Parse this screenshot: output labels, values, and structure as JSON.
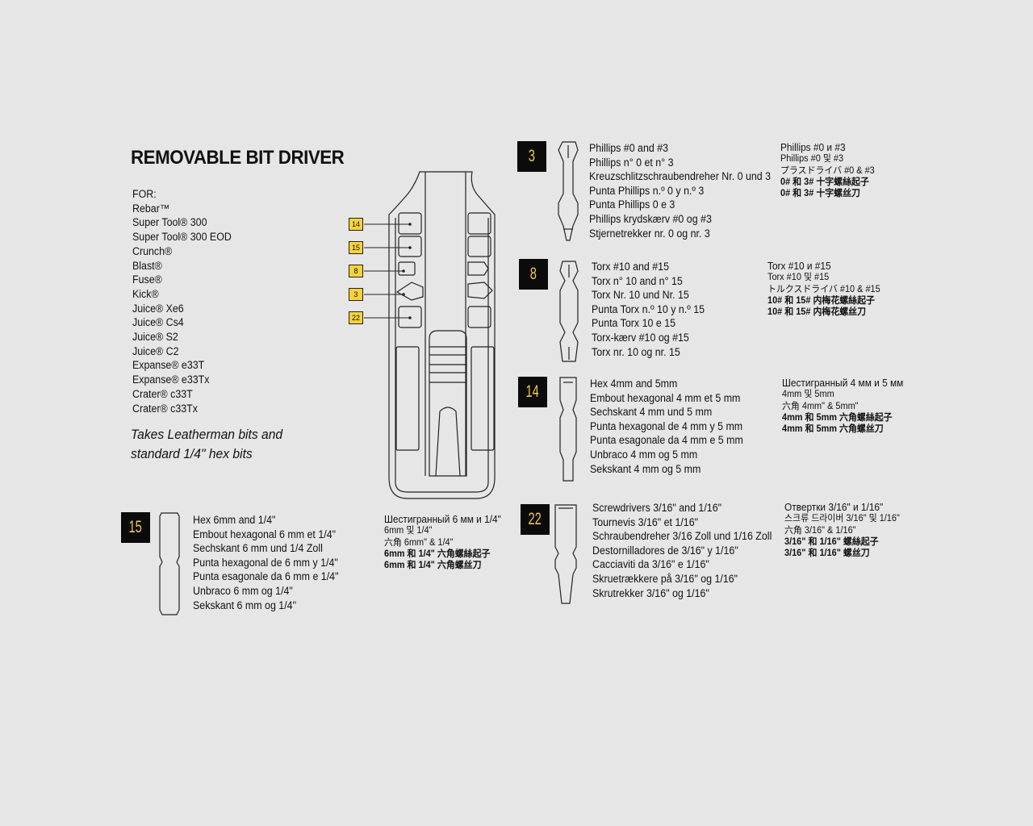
{
  "title": "REMOVABLE BIT DRIVER",
  "for_list": [
    "FOR:",
    "Rebar™",
    "Super Tool® 300",
    "Super Tool® 300 EOD",
    "Crunch®",
    "Blast®",
    "Fuse®",
    "Kick®",
    "Juice® Xe6",
    "Juice® Cs4",
    "Juice® S2",
    "Juice® C2",
    "Expanse® e33T",
    "Expanse® e33Tx",
    "Crater® c33T",
    "Crater® c33Tx"
  ],
  "tagline": [
    "Takes Leatherman bits and",
    "standard 1/4\" hex bits"
  ],
  "driver_labels": [
    "14",
    "15",
    "8",
    "3",
    "22"
  ],
  "bits": {
    "b3": {
      "badge": "3",
      "desc": [
        "Phillips #0 and #3",
        "Phillips n° 0 et n° 3",
        "Kreuzschlitzschraubendreher Nr. 0 und 3",
        "Punta Phillips n.º 0 y n.º 3",
        "Punta Phillips 0 e 3",
        "Phillips krydskærv #0 og #3",
        "Stjernetrekker nr. 0 og nr. 3"
      ],
      "trans": [
        "Phillips #0 и #3",
        "Phillips #0 및 #3",
        "プラスドライバ #0 & #3",
        "0# 和 3# 十字螺絲起子",
        "0# 和 3# 十字螺丝刀"
      ]
    },
    "b8": {
      "badge": "8",
      "desc": [
        "Torx #10 and #15",
        "Torx n° 10 and n° 15",
        "Torx Nr. 10 und Nr. 15",
        "Punta Torx n.º 10 y n.º 15",
        "Punta Torx 10 e 15",
        "Torx-kærv #10 og #15",
        "Torx nr. 10 og nr. 15"
      ],
      "trans": [
        "Torx #10 и #15",
        "Torx #10 및 #15",
        "トルクスドライバ #10 & #15",
        "10# 和 15# 内梅花螺絲起子",
        "10# 和 15# 内梅花螺丝刀"
      ]
    },
    "b14": {
      "badge": "14",
      "desc": [
        "Hex 4mm and 5mm",
        "Embout hexagonal 4 mm et 5 mm",
        "Sechskant 4 mm und 5 mm",
        "Punta hexagonal de 4 mm y 5 mm",
        "Punta esagonale da 4 mm e 5 mm",
        "Unbraco 4 mm og 5 mm",
        "Sekskant 4 mm og 5 mm"
      ],
      "trans": [
        "Шестигранный 4 мм и 5 мм",
        "4mm 및 5mm",
        "六角 4mm\" & 5mm\"",
        "4mm 和 5mm 六角螺絲起子",
        "4mm 和 5mm 六角螺丝刀"
      ]
    },
    "b15": {
      "badge": "15",
      "desc": [
        "Hex 6mm and 1/4\"",
        "Embout hexagonal 6 mm et 1/4\"",
        "Sechskant 6 mm und 1/4 Zoll",
        "Punta hexagonal de 6 mm y 1/4\"",
        "Punta esagonale da 6 mm e 1/4\"",
        "Unbraco 6 mm og 1/4\"",
        "Sekskant 6 mm og 1/4\""
      ],
      "trans": [
        "Шестигранный 6 мм и 1/4\"",
        "6mm 및 1/4\"",
        "六角 6mm\" & 1/4\"",
        "6mm 和 1/4\"  六角螺絲起子",
        "6mm 和 1/4\"  六角螺丝刀"
      ]
    },
    "b22": {
      "badge": "22",
      "desc": [
        "Screwdrivers 3/16\" and 1/16\"",
        "Tournevis 3/16\" et 1/16\"",
        "Schraubendreher 3/16 Zoll und 1/16 Zoll",
        "Destornilladores de 3/16\" y 1/16\"",
        "Cacciaviti da 3/16\" e 1/16\"",
        "Skruetrækkere på 3/16\" og 1/16\"",
        "Skrutrekker 3/16\" og 1/16\""
      ],
      "trans": [
        "Отвертки 3/16\" и 1/16\"",
        "스크류 드라이버 3/16\" 및 1/16\"",
        "六角 3/16\" & 1/16\"",
        "3/16\"  和 1/16\"  螺絲起子",
        "3/16\"  和 1/16\"  螺丝刀"
      ]
    }
  }
}
